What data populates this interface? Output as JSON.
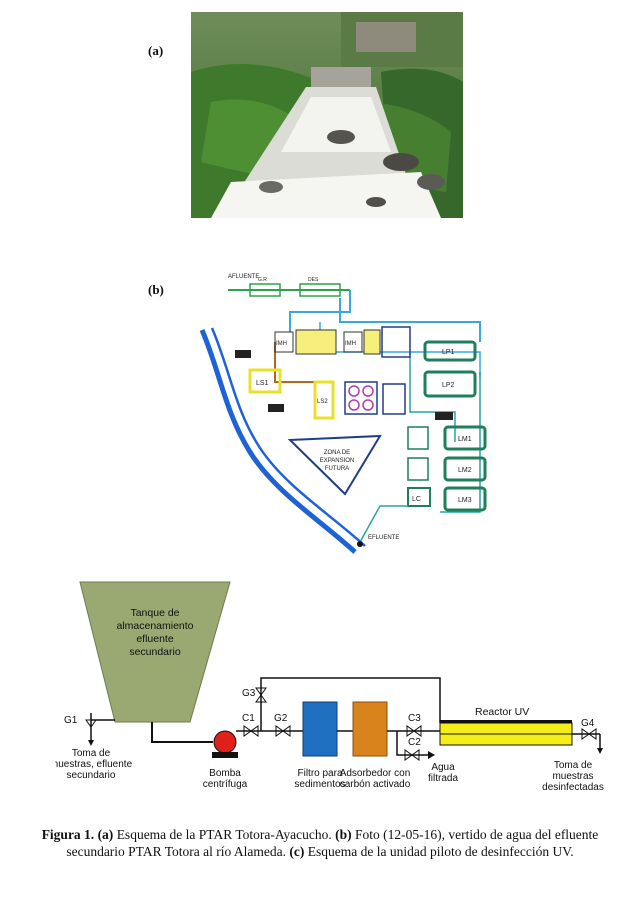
{
  "panel_a": {
    "label": "(a)"
  },
  "panel_b": {
    "label": "(b)",
    "labels": {
      "afluente": "AFLUENTE",
      "gr": "G.R",
      "des": "DES",
      "imh1": "IMH",
      "imh2": "IMH",
      "ls1": "LS1",
      "ls2": "LS2",
      "lp1": "LP1",
      "lp2": "LP2",
      "lm1": "LM1",
      "lm2": "LM2",
      "lm3": "LM3",
      "lc": "LC",
      "zona_l1": "ZONA DE",
      "zona_l2": "EXPANSION",
      "zona_l3": "FUTURA",
      "efluente": "EFLUENTE"
    }
  },
  "panel_c": {
    "tank_l1": "Tanque de",
    "tank_l2": "almacenamiento",
    "tank_l3": "efluente",
    "tank_l4": "secundario",
    "g1": "G1",
    "g2": "G2",
    "g3": "G3",
    "g4": "G4",
    "c1": "C1",
    "c2": "C2",
    "c3": "C3",
    "toma1_l1": "Toma de",
    "toma1_l2": "muestras, efluente",
    "toma1_l3": "secundario",
    "bomba_l1": "Bomba",
    "bomba_l2": "centrífuga",
    "filtro_l1": "Filtro para",
    "filtro_l2": "sedimentos",
    "adsorbedor_l1": "Adsorbedor con",
    "adsorbedor_l2": "carbón activado",
    "agua_l1": "Agua",
    "agua_l2": "filtrada",
    "reactor": "Reactor UV",
    "toma2_l1": "Toma de",
    "toma2_l2": "muestras",
    "toma2_l3": "desinfectadas"
  },
  "caption": {
    "fig": "Figura 1.",
    "a": "(a)",
    "t1": " Esquema de la PTAR Totora-Ayacucho. ",
    "b": "(b)",
    "t2": " Foto (12-05-16), vertido de agua del efluente secundario PTAR Totora al río Alameda. ",
    "c": "(c)",
    "t3": " Esquema de la unidad piloto de desinfección UV."
  }
}
